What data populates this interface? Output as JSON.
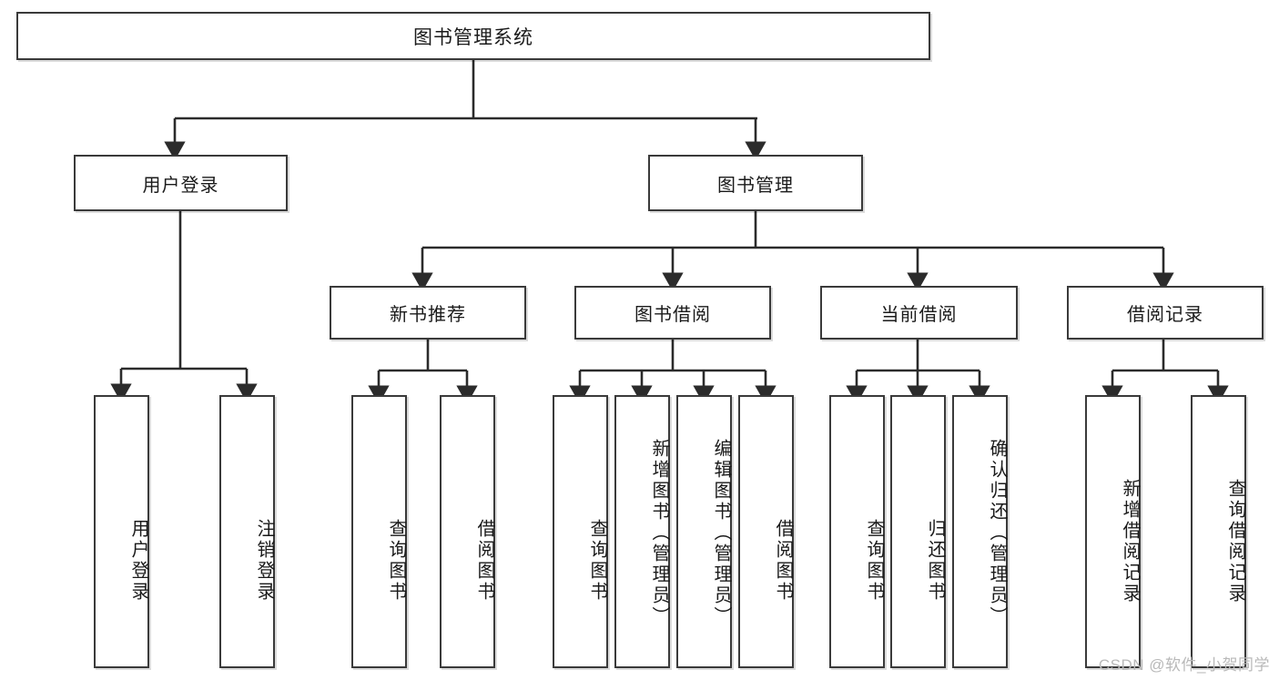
{
  "diagram": {
    "title": "图书管理系统",
    "type": "功能结构图",
    "root": {
      "label": "图书管理系统"
    },
    "level2": [
      {
        "label": "用户登录"
      },
      {
        "label": "图书管理"
      }
    ],
    "level3": [
      {
        "label": "新书推荐"
      },
      {
        "label": "图书借阅"
      },
      {
        "label": "当前借阅"
      },
      {
        "label": "借阅记录"
      }
    ],
    "leaves": {
      "user_login": [
        {
          "label": "用户登录"
        },
        {
          "label": "注销登录"
        }
      ],
      "new_book_recommend": [
        {
          "label": "查询图书"
        },
        {
          "label": "借阅图书"
        }
      ],
      "book_borrow": [
        {
          "label": "查询图书"
        },
        {
          "label": "新增图书（管理员）"
        },
        {
          "label": "编辑图书（管理员）"
        },
        {
          "label": "借阅图书"
        }
      ],
      "current_borrow": [
        {
          "label": "查询图书"
        },
        {
          "label": "归还图书"
        },
        {
          "label": "确认归还（管理员）"
        }
      ],
      "borrow_record": [
        {
          "label": "新增借阅记录"
        },
        {
          "label": "查询借阅记录"
        }
      ]
    },
    "watermark": "CSDN @软件_小贺同学",
    "colors": {
      "box_border": "#3a3a3a",
      "box_fill": "#ffffff",
      "connector": "#2b2b2b",
      "text": "#1a1a1a",
      "watermark": "#b9b9b9"
    }
  }
}
